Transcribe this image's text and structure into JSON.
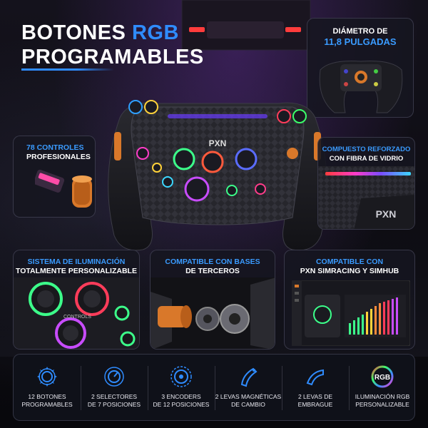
{
  "headline": {
    "line1_prefix": "BOTONES ",
    "line1_accent": "RGB",
    "line2": "PROGRAMABLES"
  },
  "brand": "PXN",
  "cards": {
    "diameter": {
      "line1": "DIÁMETRO DE",
      "line2": "11,8 PULGADAS"
    },
    "controls": {
      "line1": "78 CONTROLES",
      "line2": "PROFESIONALES"
    },
    "compound": {
      "line1": "COMPUESTO REFORZADO",
      "line2": "CON FIBRA DE VIDRIO"
    },
    "lighting": {
      "line1": "SISTEMA DE ILUMINACIÓN",
      "line2": "TOTALMENTE PERSONALIZABLE",
      "knob_label": "CONTROLS"
    },
    "bases": {
      "line1": "COMPATIBLE CON BASES",
      "line2": "DE TERCEROS"
    },
    "software": {
      "line1": "COMPATIBLE CON",
      "line2": "PXN SIMRACING Y SIMHUB"
    }
  },
  "features": [
    {
      "icon": "gear-icon",
      "line1": "12 BOTONES",
      "line2": "PROGRAMABLES"
    },
    {
      "icon": "rotary-selector-icon",
      "line1": "2 SELECTORES",
      "line2": "DE 7 POSICIONES"
    },
    {
      "icon": "encoder-icon",
      "line1": "3 ENCODERS",
      "line2": "DE 12 POSICIONES"
    },
    {
      "icon": "paddle-shifter-icon",
      "line1": "2 LEVAS MAGNÉTICAS",
      "line2": "DE CAMBIO"
    },
    {
      "icon": "clutch-paddle-icon",
      "line1": "2 LEVAS DE",
      "line2": "EMBRAGUE"
    },
    {
      "icon": "rgb-ring-icon",
      "ring_text": "RGB",
      "line1": "ILUMINACIÓN RGB",
      "line2": "PERSONALIZABLE"
    }
  ],
  "colors": {
    "accent": "#2f8cff",
    "orange": "#d9782a",
    "card_bg": "#16161f"
  }
}
